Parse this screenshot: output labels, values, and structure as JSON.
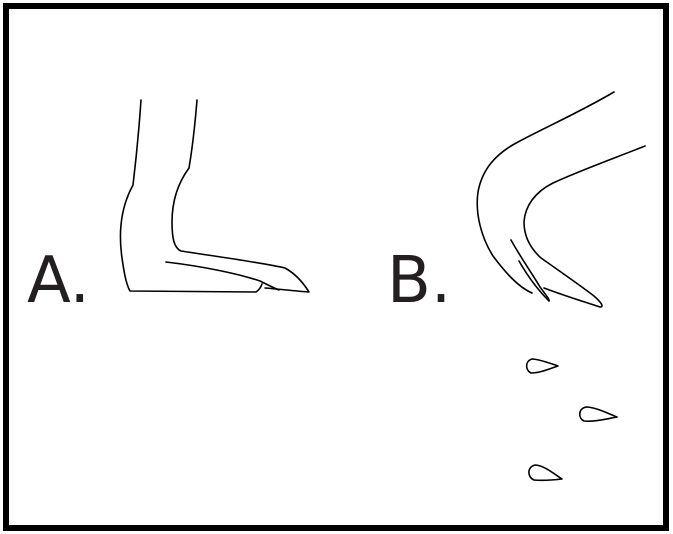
{
  "figure": {
    "label_a": "A.",
    "label_b": "B.",
    "colors": {
      "border": "#000000",
      "line": "#000000",
      "label": "#231f20",
      "background": "#ffffff"
    },
    "icons": [
      "foot-outline-a",
      "foot-outline-b",
      "water-droplet"
    ]
  }
}
